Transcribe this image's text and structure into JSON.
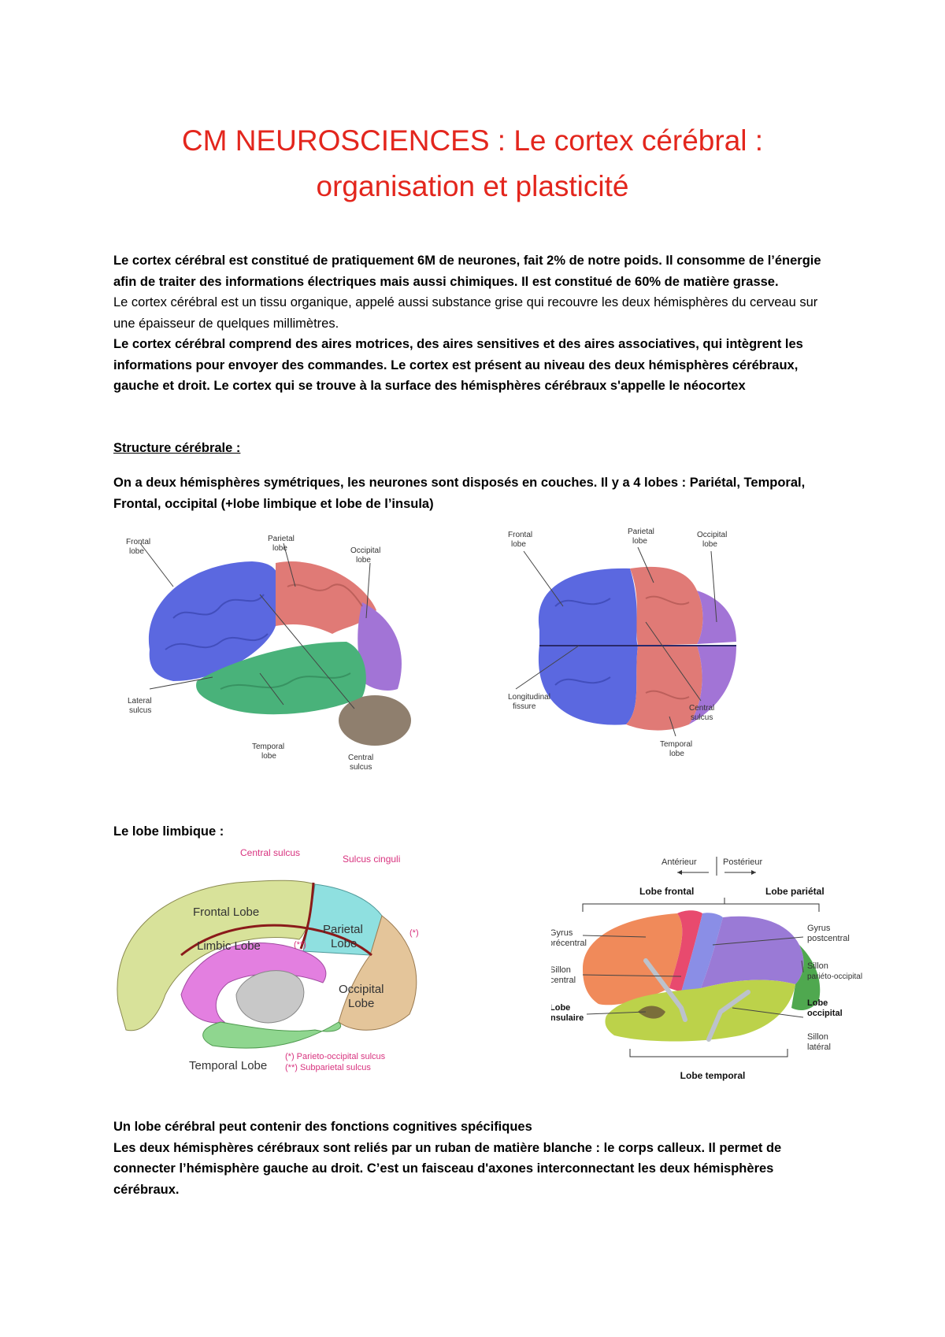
{
  "title": {
    "line1": "CM NEUROSCIENCES : Le cortex cérébral :",
    "line2": "organisation et plasticité"
  },
  "intro": {
    "p1": "Le cortex cérébral est constitué de pratiquement 6M de neurones, fait 2% de notre poids. Il consomme de l’énergie afin de traiter des informations électriques mais aussi chimiques. Il est constitué de 60% de matière grasse.",
    "p2": " Le cortex cérébral est un tissu organique, appelé aussi substance grise qui recouvre les deux hémisphères du cerveau sur une épaisseur de quelques millimètres.",
    "p3": "Le cortex cérébral comprend des aires motrices, des aires sensitives et des aires associatives, qui intègrent les informations pour envoyer des commandes. Le cortex est présent au niveau des deux hémisphères cérébraux, gauche et droit. Le cortex qui se trouve à la surface des hémisphères cérébraux s'appelle le néocortex"
  },
  "structure": {
    "heading": "Structure cérébrale :",
    "text": "On a deux hémisphères symétriques, les neurones sont disposés en couches. Il y a 4 lobes : Pariétal, Temporal, Frontal, occipital (+lobe limbique et lobe de l’insula)"
  },
  "fig_lateral": {
    "frontal_1": "Frontal",
    "frontal_2": "lobe",
    "parietal_1": "Parietal",
    "parietal_2": "lobe",
    "occipital_1": "Occipital",
    "occipital_2": "lobe",
    "lateral_1": "Lateral",
    "lateral_2": "sulcus",
    "temporal_1": "Temporal",
    "temporal_2": "lobe",
    "central_1": "Central",
    "central_2": "sulcus"
  },
  "fig_top": {
    "parietal_1": "Parietal",
    "parietal_2": "lobe",
    "frontal_1": "Frontal",
    "frontal_2": "lobe",
    "occipital_1": "Occipital",
    "occipital_2": "lobe",
    "longitudinal_1": "Longitudinal",
    "longitudinal_2": "fissure",
    "central_1": "Central",
    "central_2": "sulcus",
    "temporal_1": "Temporal",
    "temporal_2": "lobe"
  },
  "limbic": {
    "heading": "Le lobe limbique :"
  },
  "fig_medial": {
    "central_sulcus": "Central sulcus",
    "sulcus_cinguli": "Sulcus cinguli",
    "frontal": "Frontal Lobe",
    "limbic": "Limbic Lobe",
    "parietal_1": "Parietal",
    "parietal_2": "Lobe",
    "occipital_1": "Occipital",
    "occipital_2": "Lobe",
    "temporal": "Temporal Lobe",
    "star": "(*)",
    "double_star": "(**)",
    "note1": "(*) Parieto-occipital sulcus",
    "note2": "(**) Subparietal sulcus"
  },
  "fig_fr": {
    "anterieur": "Antérieur",
    "posterieur": "Postérieur",
    "lobe_frontal": "Lobe frontal",
    "lobe_parietal": "Lobe pariétal",
    "gyrus_pre_1": "Gyrus",
    "gyrus_pre_2": "précentral",
    "sillon_central_1": "Sillon",
    "sillon_central_2": "central",
    "insulaire_1": "Lobe",
    "insulaire_2": "insulaire",
    "gyrus_post_1": "Gyrus",
    "gyrus_post_2": "postcentral",
    "sillon_po_1": "Sillon",
    "sillon_po_2": "pariéto-occipital",
    "occipital_1": "Lobe",
    "occipital_2": "occipital",
    "sillon_lat_1": "Sillon",
    "sillon_lat_2": "latéral",
    "lobe_temporal": "Lobe temporal"
  },
  "closing": {
    "line1": "Un lobe cérébral peut contenir des fonctions cognitives spécifiques",
    "text": "Les deux hémisphères cérébraux sont reliés par un ruban de matière blanche : le corps calleux. Il permet de connecter l’hémisphère gauche au droit. C’est un faisceau d'axones interconnectant les deux hémisphères cérébraux."
  },
  "colors": {
    "title": "#e3261d",
    "frontal": "#5b68e0",
    "parietal": "#e07a76",
    "temporal": "#49b27a",
    "occipital": "#a274d6",
    "cerebellum": "#8f7f6e"
  }
}
